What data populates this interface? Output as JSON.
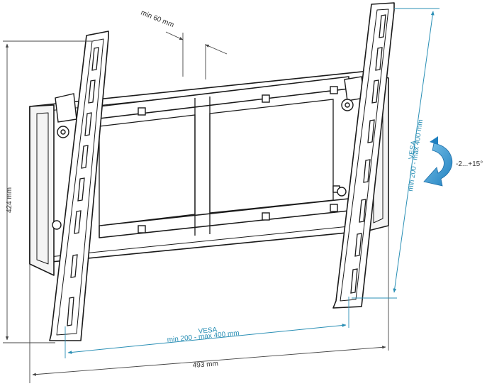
{
  "dimensions": {
    "depth": "min 60 mm",
    "height": "424 mm",
    "width": "493 mm"
  },
  "vesa_horizontal": {
    "title": "VESA",
    "range": "min 200 - max 400 mm"
  },
  "vesa_vertical": {
    "title": "VESA",
    "range": "min 200 - max 400 mm"
  },
  "tilt": {
    "label": "-2...+15°",
    "arrow_color": "#3a9fd0"
  },
  "colors": {
    "outline": "#1a1a1a",
    "dimension_line": "#444444",
    "vesa_line": "#2a8fb5"
  }
}
